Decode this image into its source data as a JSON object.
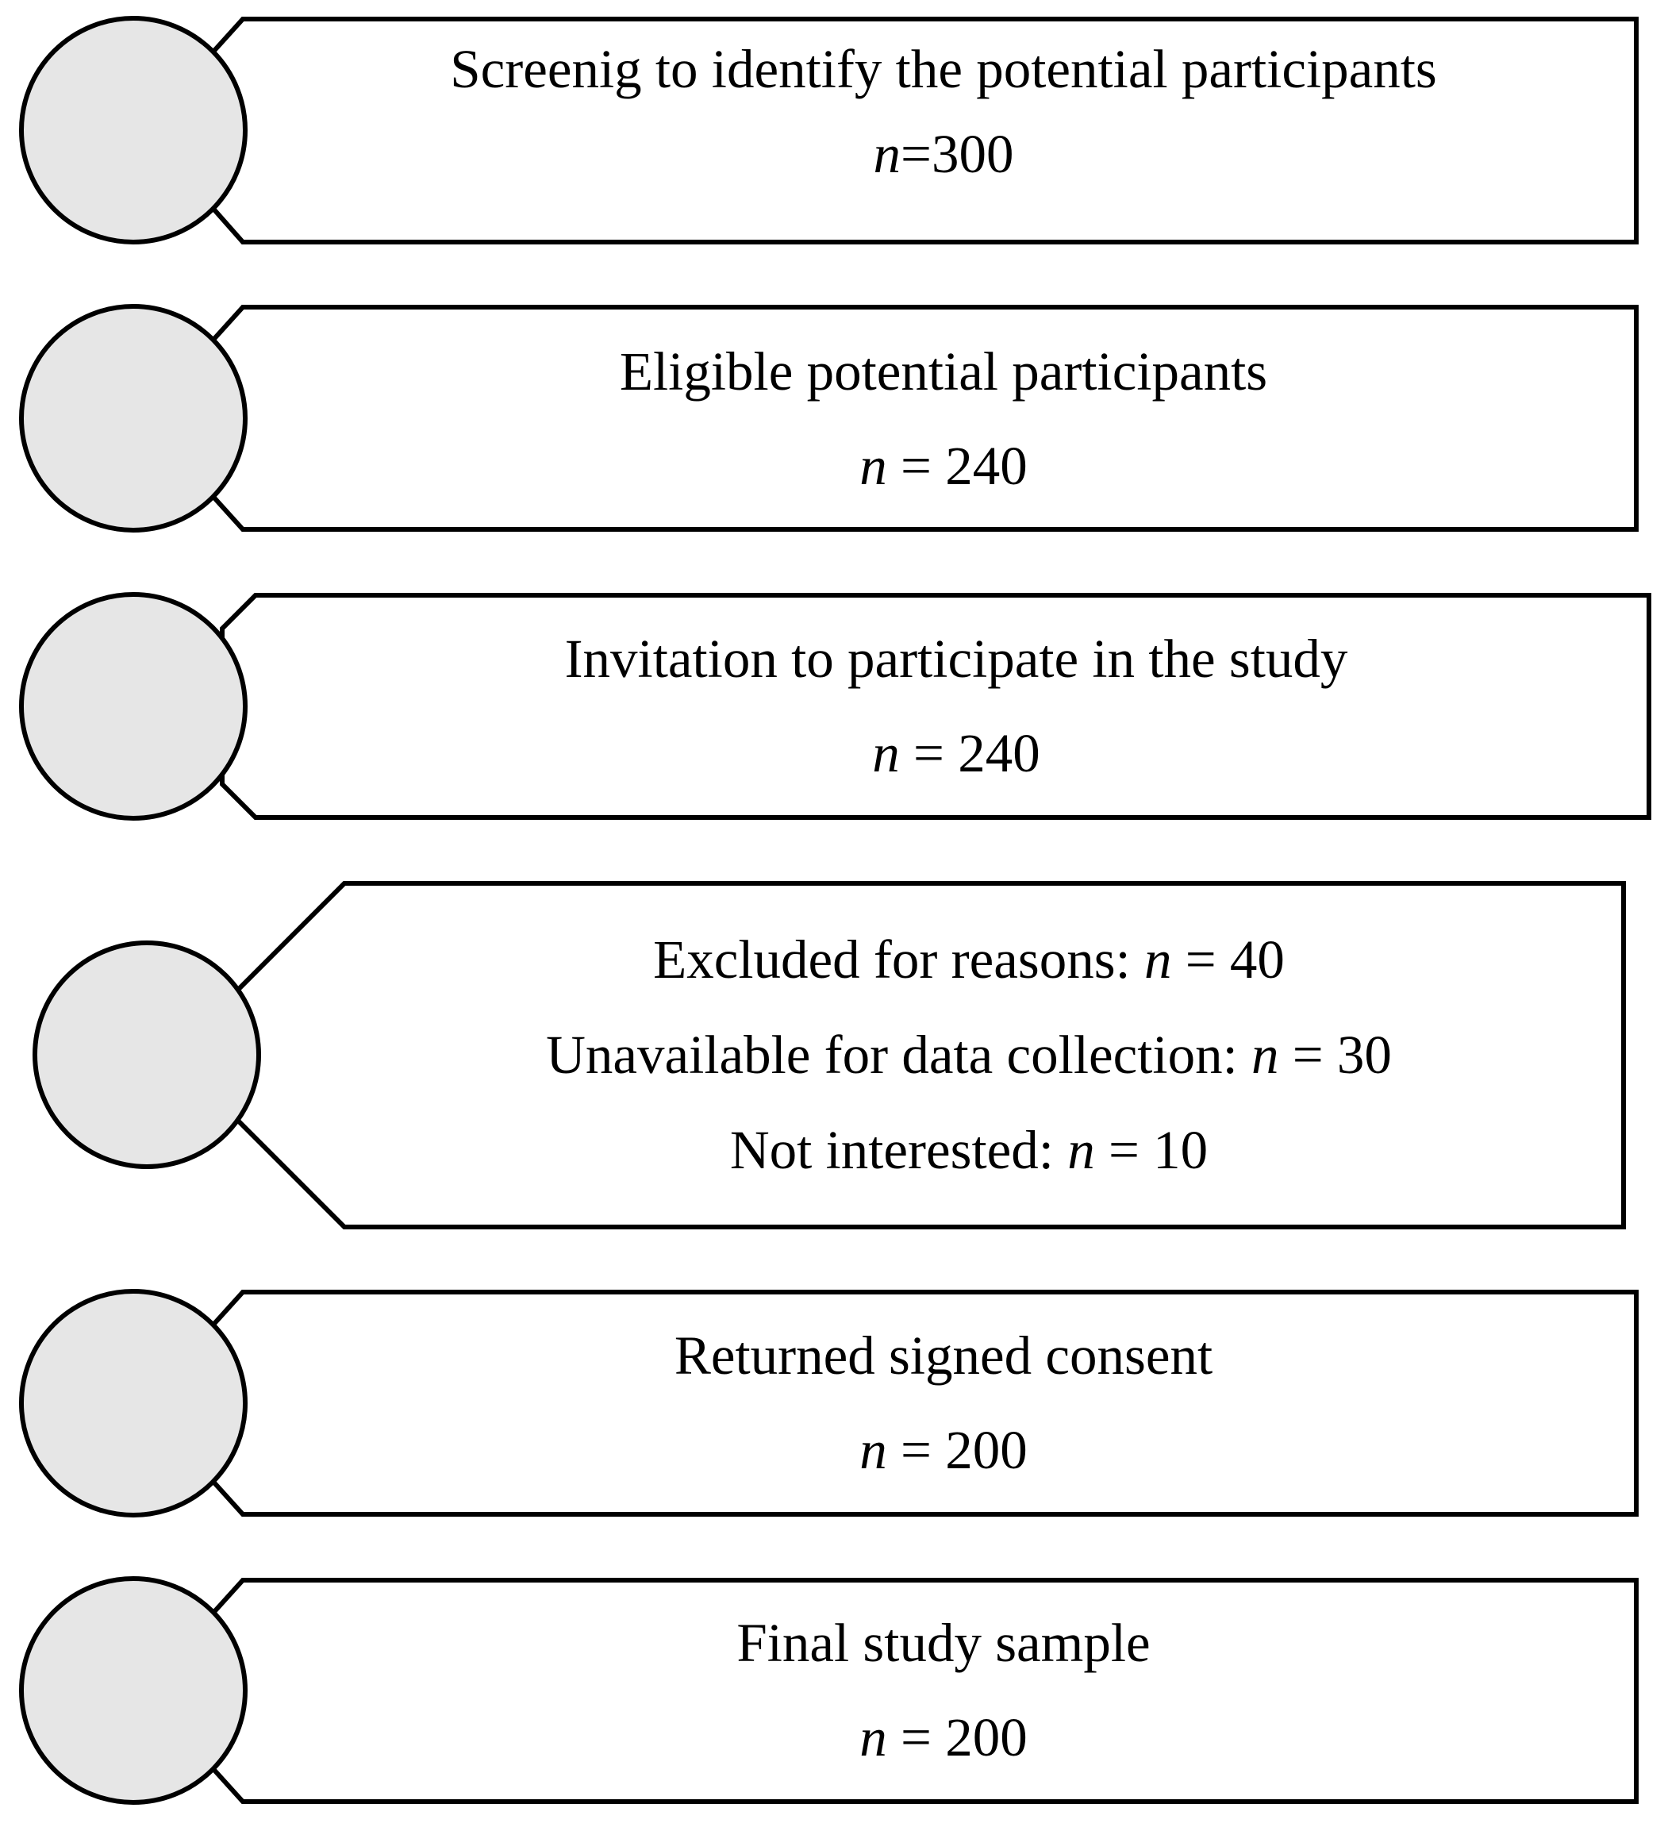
{
  "steps": [
    {
      "id": "screening",
      "lines": [
        {
          "text": "Screenig to identify the potential participants"
        },
        {
          "n": "n",
          "text": "=300"
        }
      ]
    },
    {
      "id": "eligible",
      "lines": [
        {
          "text": "Eligible potential participants"
        },
        {
          "n": "n",
          "text": " = 240"
        }
      ]
    },
    {
      "id": "invitation",
      "lines": [
        {
          "text": "Invitation to participate in the study"
        },
        {
          "n": "n",
          "text": " = 240"
        }
      ]
    },
    {
      "id": "excluded",
      "lines": [
        {
          "text": "Excluded for reasons: ",
          "n": "n",
          "after": " = 40"
        },
        {
          "text": "Unavailable for data collection: ",
          "n": "n",
          "after": " = 30"
        },
        {
          "text": "Not interested: ",
          "n": "n",
          "after": " = 10"
        }
      ]
    },
    {
      "id": "consent",
      "lines": [
        {
          "text": "Returned signed consent"
        },
        {
          "n": "n",
          "text": " = 200"
        }
      ]
    },
    {
      "id": "final",
      "lines": [
        {
          "text": "Final study sample"
        },
        {
          "n": "n",
          "text": " = 200"
        }
      ]
    }
  ],
  "colors": {
    "circle_fill": "#e6e6e6",
    "box_fill": "#ffffff",
    "stroke": "#000000"
  }
}
